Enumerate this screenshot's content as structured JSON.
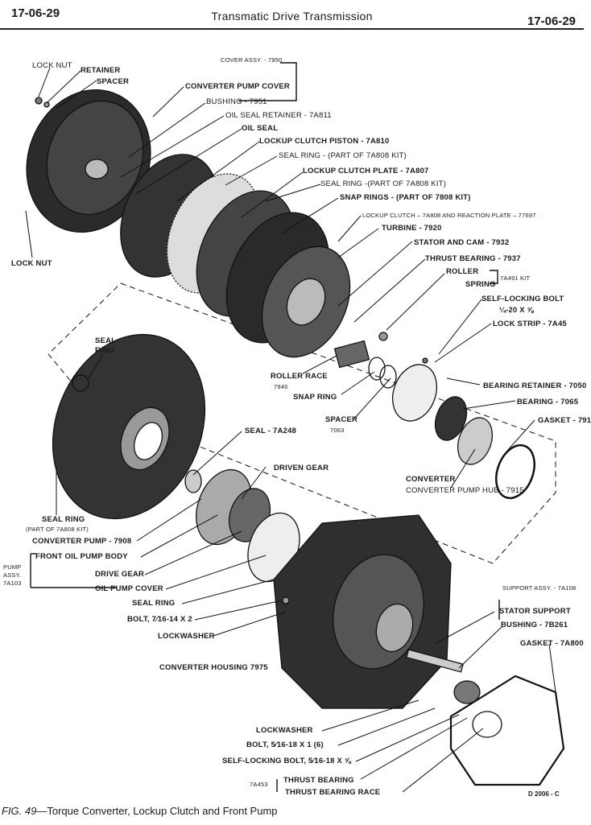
{
  "header": {
    "page_left": "17-06-29",
    "title": "Transmatic Drive Transmission",
    "page_right": "17-06-29"
  },
  "labels": {
    "lock_nut_top": "LOCK NUT",
    "retainer": "RETAINER",
    "spacer_top": "SPACER",
    "cover_assy": "COVER ASSY. - 7950",
    "converter_pump_cover": "CONVERTER PUMP COVER",
    "bushing_7951": "BUSHING - 7951",
    "oil_seal_retainer": "OIL SEAL RETAINER - 7A811",
    "oil_seal": "OIL SEAL",
    "lockup_clutch_piston": "LOCKUP CLUTCH PISTON - 7A810",
    "seal_ring_kit_1": "SEAL RING - (PART OF 7A808 KIT)",
    "lockup_clutch_plate": "LOCKUP CLUTCH PLATE - 7A807",
    "seal_ring_kit_2": "SEAL RING -(PART OF 7A808 KIT)",
    "snap_rings": "SNAP RINGS - (PART OF 7808 KIT)",
    "lockup_clutch_reaction": "LOCKUP CLUTCH – 7A808 AND REACTION PLATE – 77697",
    "turbine": "TURBINE - 7920",
    "stator_cam": "STATOR AND CAM - 7932",
    "thrust_bearing_7937": "THRUST BEARING - 7937",
    "roller": "ROLLER",
    "spring": "SPRING",
    "kit_7a491": "7A491 KIT",
    "self_locking_bolt_top": "SELF-LOCKING BOLT",
    "self_locking_bolt_size": "¼-20 x ⅝",
    "lock_strip": "LOCK STRIP - 7A45",
    "lock_nut_left": "LOCK NUT",
    "seal_ring_upper": "SEAL RING",
    "roller_race": "ROLLER RACE",
    "roller_race_num": "7946",
    "snap_ring": "SNAP RING",
    "spacer": "SPACER",
    "spacer_num": "7063",
    "bearing_retainer": "BEARING RETAINER - 7050",
    "bearing": "BEARING - 7065",
    "gasket_791": "GASKET - 791",
    "converter_pump_hub": "CONVERTER PUMP HUB - 7915",
    "seal_7a248": "SEAL - 7A248",
    "driven_gear": "DRIVEN GEAR",
    "seal_ring_lower": "SEAL RING",
    "seal_ring_lower_kit": "(PART OF 7A808 KIT)",
    "converter_pump": "CONVERTER PUMP - 7908",
    "front_oil_pump_body": "FRONT OIL PUMP BODY",
    "pump_assy": "PUMP ASSY. 7A103",
    "drive_gear": "DRIVE GEAR",
    "oil_pump_cover": "OIL PUMP COVER",
    "seal_ring_pump": "SEAL RING",
    "bolt_7_16": "BOLT, 7⁄16-14 x 2",
    "lockwasher_1": "LOCKWASHER",
    "converter_housing": "CONVERTER HOUSING 7975",
    "support_assy": "SUPPORT ASSY. - 7A108",
    "stator_support": "STATOR SUPPORT",
    "bushing_7b261": "BUSHING - 7B261",
    "gasket_7a800": "GASKET - 7A800",
    "lockwasher_2": "LOCKWASHER",
    "bolt_5_16": "BOLT, 5⁄16-18 x 1 (6)",
    "self_locking_bolt_bottom": "SELF-LOCKING BOLT, 5⁄16-18 x ⅝",
    "thrust_bearing_num": "7A453",
    "thrust_bearing": "THRUST BEARING",
    "thrust_bearing_race": "THRUST BEARING RACE"
  },
  "figure": {
    "number": "FIG. 49",
    "caption": "—Torque Converter, Lockup Clutch and Front Pump",
    "code": "D 2006 - C"
  }
}
